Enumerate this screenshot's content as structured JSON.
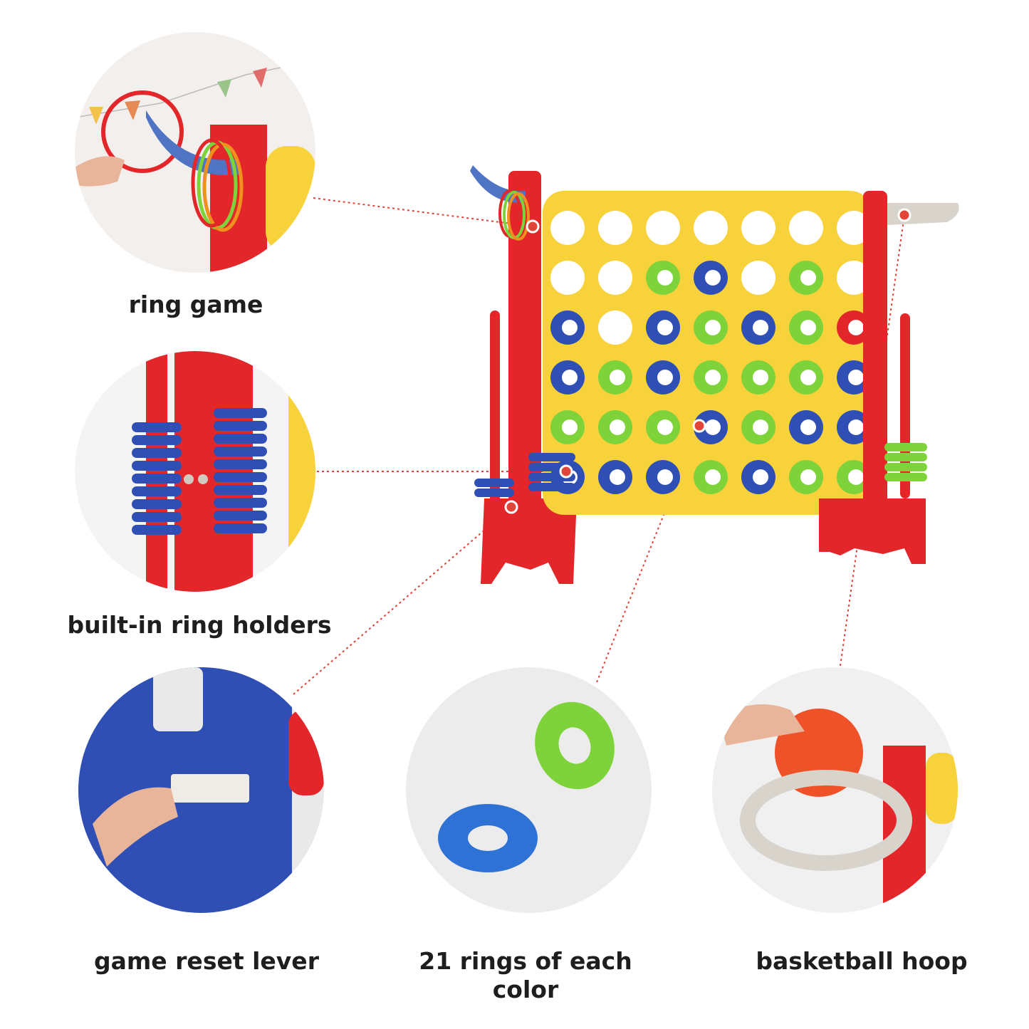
{
  "features": [
    {
      "id": "ring-game",
      "label": "ring game"
    },
    {
      "id": "ring-holders",
      "label": "built-in ring holders"
    },
    {
      "id": "reset-lever",
      "label": "game reset lever"
    },
    {
      "id": "rings",
      "label": "21 rings of each color"
    },
    {
      "id": "hoop",
      "label": "basketball hoop"
    }
  ],
  "colors": {
    "board_yellow": "#f7d23a",
    "frame_red": "#e3262a",
    "ring_blue": "#2f4fb5",
    "ring_green": "#7fd33a",
    "callout_line": "#e0453a",
    "hoop_gray": "#d8d4cc"
  },
  "board": {
    "rows": [
      [
        "empty",
        "empty",
        "empty",
        "empty",
        "empty",
        "empty",
        "empty"
      ],
      [
        "empty",
        "empty",
        "green",
        "blue",
        "empty",
        "green",
        "empty"
      ],
      [
        "blue",
        "empty",
        "blue",
        "green",
        "blue",
        "green",
        "red"
      ],
      [
        "blue",
        "green",
        "blue",
        "green",
        "green",
        "green",
        "blue"
      ],
      [
        "green",
        "green",
        "green",
        "blue",
        "green",
        "blue",
        "blue"
      ],
      [
        "blue",
        "blue",
        "blue",
        "green",
        "blue",
        "green",
        "green"
      ]
    ]
  },
  "icons": {
    "hook": "hook-icon",
    "hoop": "basketball-hoop-icon",
    "stack": "ring-stack-icon"
  }
}
